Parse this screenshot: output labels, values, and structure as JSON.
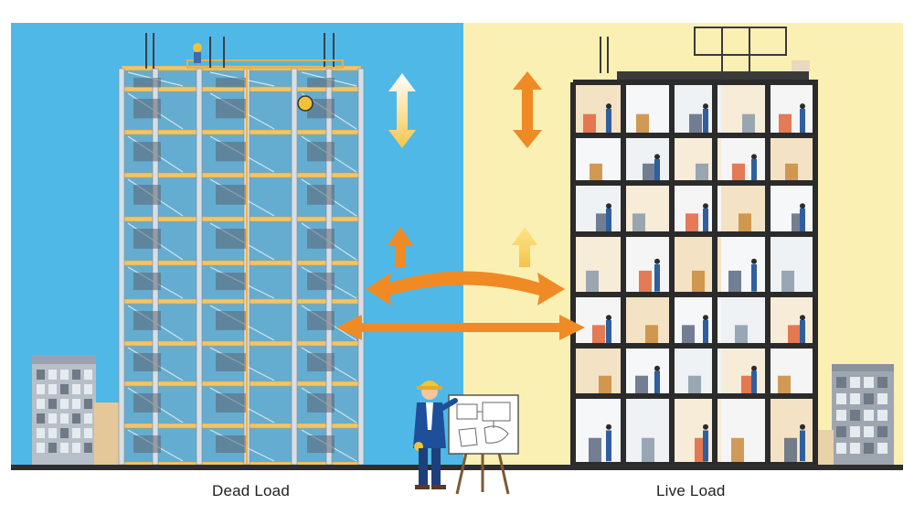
{
  "captions": {
    "left": "Dead Load",
    "right": "Live Load"
  },
  "colors": {
    "sky_left": "#4fb8e6",
    "sky_right": "#fbf0b4",
    "accent_orange": "#f08a24",
    "steel_frame": "#c7cfd9",
    "dark_frame": "#2b2b2b",
    "ground": "#2e2e2e"
  },
  "icons": {
    "left_building": "construction-frame-building",
    "right_building": "occupied-building",
    "engineer": "engineer-with-blueprint"
  }
}
